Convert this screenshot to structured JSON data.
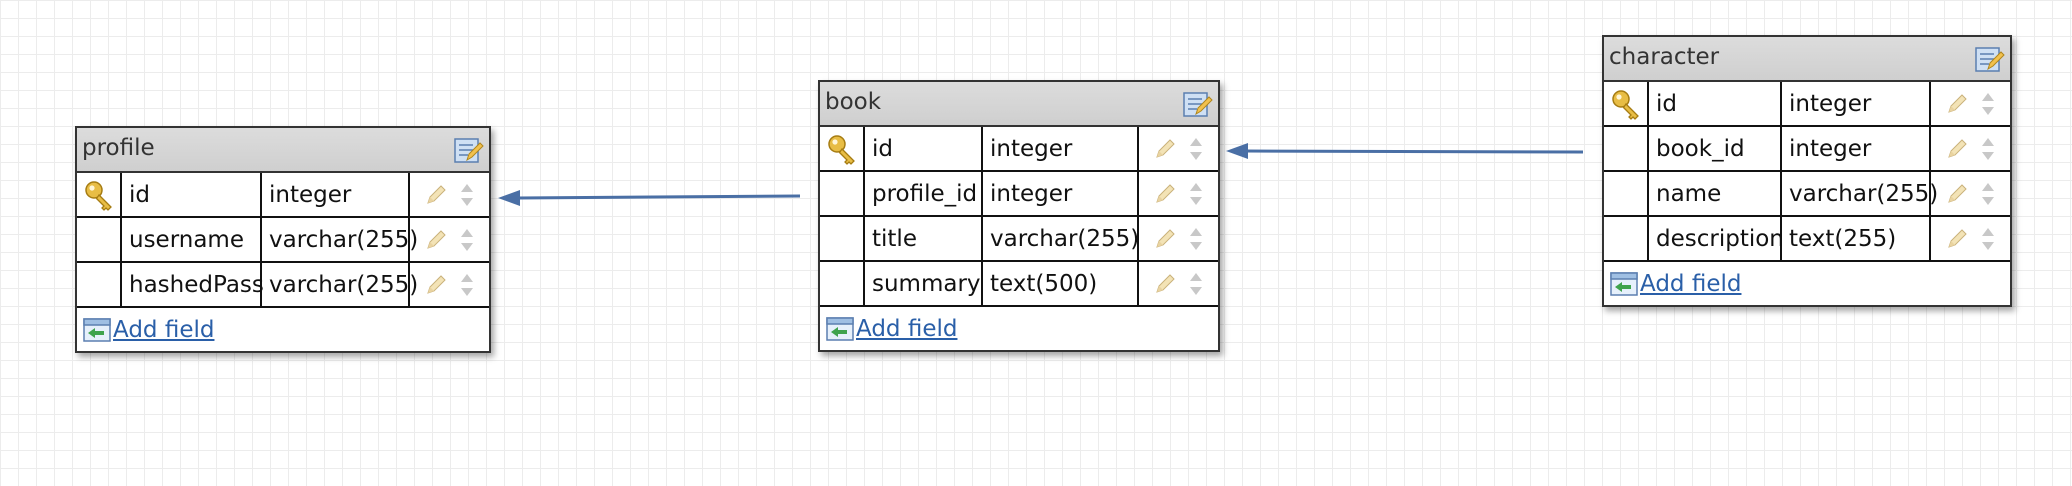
{
  "tables": {
    "profile": {
      "name": "profile",
      "add_field_label": "Add field",
      "fields": [
        {
          "name": "id",
          "type": "integer",
          "primary_key": true
        },
        {
          "name": "username",
          "type": "varchar(255)",
          "primary_key": false
        },
        {
          "name": "hashedPass",
          "type": "varchar(255)",
          "primary_key": false
        }
      ]
    },
    "book": {
      "name": "book",
      "add_field_label": "Add field",
      "fields": [
        {
          "name": "id",
          "type": "integer",
          "primary_key": true
        },
        {
          "name": "profile_id",
          "type": "integer",
          "primary_key": false
        },
        {
          "name": "title",
          "type": "varchar(255)",
          "primary_key": false
        },
        {
          "name": "summary",
          "type": "text(500)",
          "primary_key": false
        }
      ]
    },
    "character": {
      "name": "character",
      "add_field_label": "Add field",
      "fields": [
        {
          "name": "id",
          "type": "integer",
          "primary_key": true
        },
        {
          "name": "book_id",
          "type": "integer",
          "primary_key": false
        },
        {
          "name": "name",
          "type": "varchar(255)",
          "primary_key": false
        },
        {
          "name": "description",
          "type": "text(255)",
          "primary_key": false
        }
      ]
    }
  },
  "relationships": [
    {
      "from": "book.profile_id",
      "to": "profile.id"
    },
    {
      "from": "character.book_id",
      "to": "book.id"
    }
  ],
  "colors": {
    "connector": "#4a6fa5",
    "link": "#2a5fa8",
    "key": "#e2b53a"
  }
}
